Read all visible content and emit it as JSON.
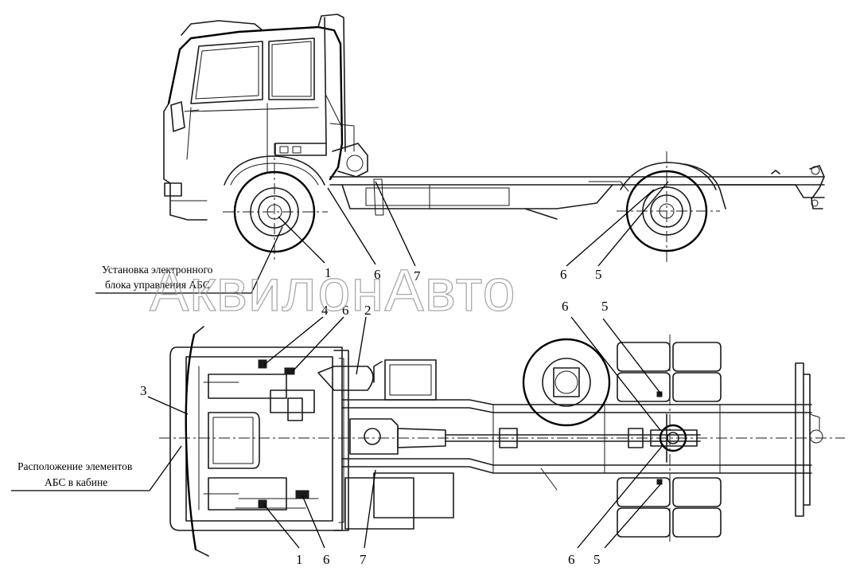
{
  "captions": {
    "ecu_line1": "Установка электронного",
    "ecu_line2": "блока управления АБС",
    "cab_line1": "Расположение элементов",
    "cab_line2": "АБС в кабине"
  },
  "watermark": "АквилонАвто",
  "callouts": {
    "side": [
      "1",
      "6",
      "7",
      "6",
      "5"
    ],
    "top_upper": [
      "4",
      "6",
      "2",
      "6",
      "5",
      "3"
    ],
    "top_lower": [
      "1",
      "6",
      "7",
      "6",
      "5"
    ]
  },
  "colors": {
    "ink": "#1a1a1a",
    "watermark": "#9a9a9a",
    "paper": "#ffffff"
  }
}
